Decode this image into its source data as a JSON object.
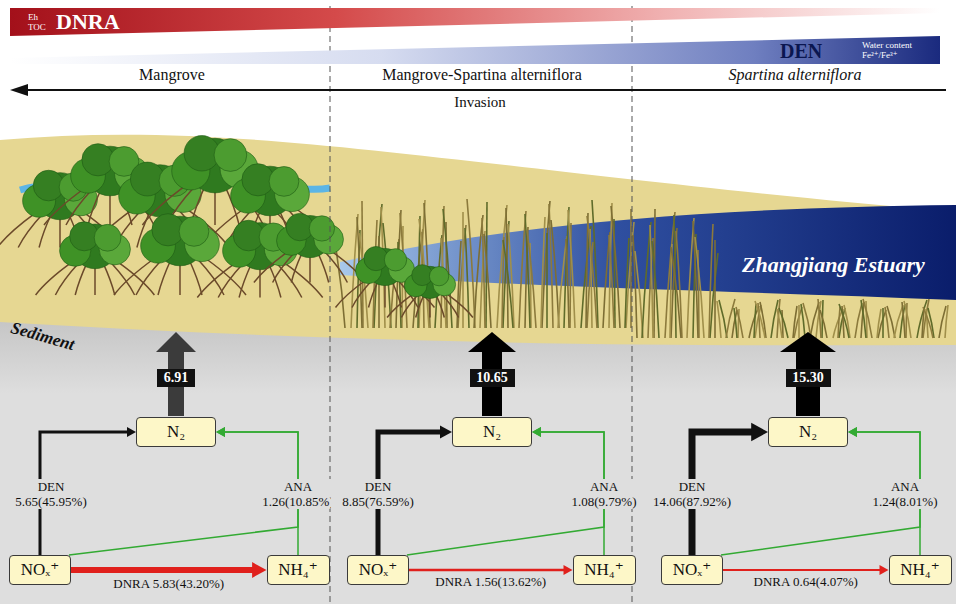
{
  "diagram": {
    "nodes": [
      {
        "text": [
          "Eh TOC",
          "DNRA"
        ]
      },
      {
        "text": [
          "DEN",
          "Water content Fe²⁺/Fe³⁺"
        ]
      },
      {
        "text": [
          "6.91"
        ]
      },
      {
        "text": [
          "N₂"
        ]
      },
      {
        "text": [
          "NOₓ⁺"
        ]
      },
      {
        "text": [
          "NH₄⁺"
        ]
      },
      {
        "text": [
          "10.65"
        ]
      },
      {
        "text": [
          "N₂"
        ]
      },
      {
        "text": [
          "NOₓ⁺"
        ]
      },
      {
        "text": [
          "NH₄⁺"
        ]
      },
      {
        "text": [
          "15.30"
        ]
      },
      {
        "text": [
          "N₂"
        ]
      },
      {
        "text": [
          "NOₓ⁺"
        ]
      },
      {
        "text": [
          "NH₄⁺"
        ]
      }
    ],
    "edges": [
      {
        "from": 4,
        "to": 3,
        "arrow": "to",
        "label": "DEN 5.65(45.95%)"
      },
      {
        "from": 4,
        "to": 5,
        "arrow": "to",
        "label": "DNRA 5.83(43.20%)"
      },
      {
        "from": 4,
        "to": 3,
        "arrow": "to"
      },
      {
        "from": 5,
        "to": 3,
        "arrow": "to",
        "label": "ANA 1.26(10.85%)"
      },
      {
        "from": 8,
        "to": 7,
        "arrow": "to",
        "label": "DEN 8.85(76.59%)"
      },
      {
        "from": 8,
        "to": 9,
        "arrow": "to",
        "label": "DNRA 1.56(13.62%)"
      },
      {
        "from": 8,
        "to": 7,
        "arrow": "to"
      },
      {
        "from": 9,
        "to": 7,
        "arrow": "to",
        "label": "ANA 1.08(9.79%)"
      },
      {
        "from": 12,
        "to": 11,
        "arrow": "to",
        "label": "DEN 14.06(87.92%)"
      },
      {
        "from": 12,
        "to": 13,
        "arrow": "to",
        "label": "DNRA 0.64(4.07%)"
      },
      {
        "from": 12,
        "to": 11,
        "arrow": "to"
      },
      {
        "from": 13,
        "to": 11,
        "arrow": "to",
        "label": "ANA 1.24(8.01%)"
      }
    ],
    "labels": [
      "Mangrove",
      "Mangrove-Spartina alterniflora",
      "Spartina alterniflora",
      "Invasion",
      "Zhangjiang Estuary",
      "Sediment"
    ]
  }
}
